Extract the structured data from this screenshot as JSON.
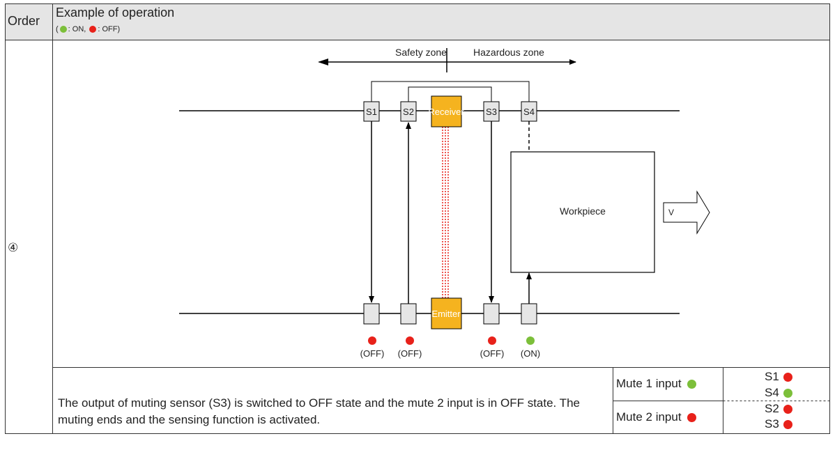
{
  "header": {
    "order_label": "Order",
    "example_label": "Example of operation",
    "legend_open": "(",
    "legend_on": ": ON,",
    "legend_off": ": OFF)"
  },
  "row": {
    "order_value": "④"
  },
  "diagram": {
    "safety_zone": "Safety zone",
    "hazardous_zone": "Hazardous zone",
    "sensor_s1": "S1",
    "sensor_s2": "S2",
    "sensor_s3": "S3",
    "sensor_s4": "S4",
    "receiver": "Receiver",
    "emitter": "Emitter",
    "workpiece": "Workpiece",
    "speed": "V",
    "status": [
      "(OFF)",
      "(OFF)",
      "(OFF)",
      "(ON)"
    ],
    "status_colors": [
      "#e8211a",
      "#e8211a",
      "#e8211a",
      "#7cbf3a"
    ]
  },
  "description": "The output of muting sensor (S3) is switched to OFF state and the mute 2 input is in OFF state. The muting ends and the sensing function is activated.",
  "mute": {
    "mute1_label": "Mute 1 input",
    "mute2_label": "Mute 2 input",
    "mute1_state": "ON",
    "mute2_state": "OFF",
    "s1": "S1",
    "s4": "S4",
    "s2": "S2",
    "s3": "S3"
  },
  "colors": {
    "on": "#7cbf3a",
    "off": "#e8211a",
    "box": "#f5b31f",
    "header_bg": "#e5e5e5"
  }
}
